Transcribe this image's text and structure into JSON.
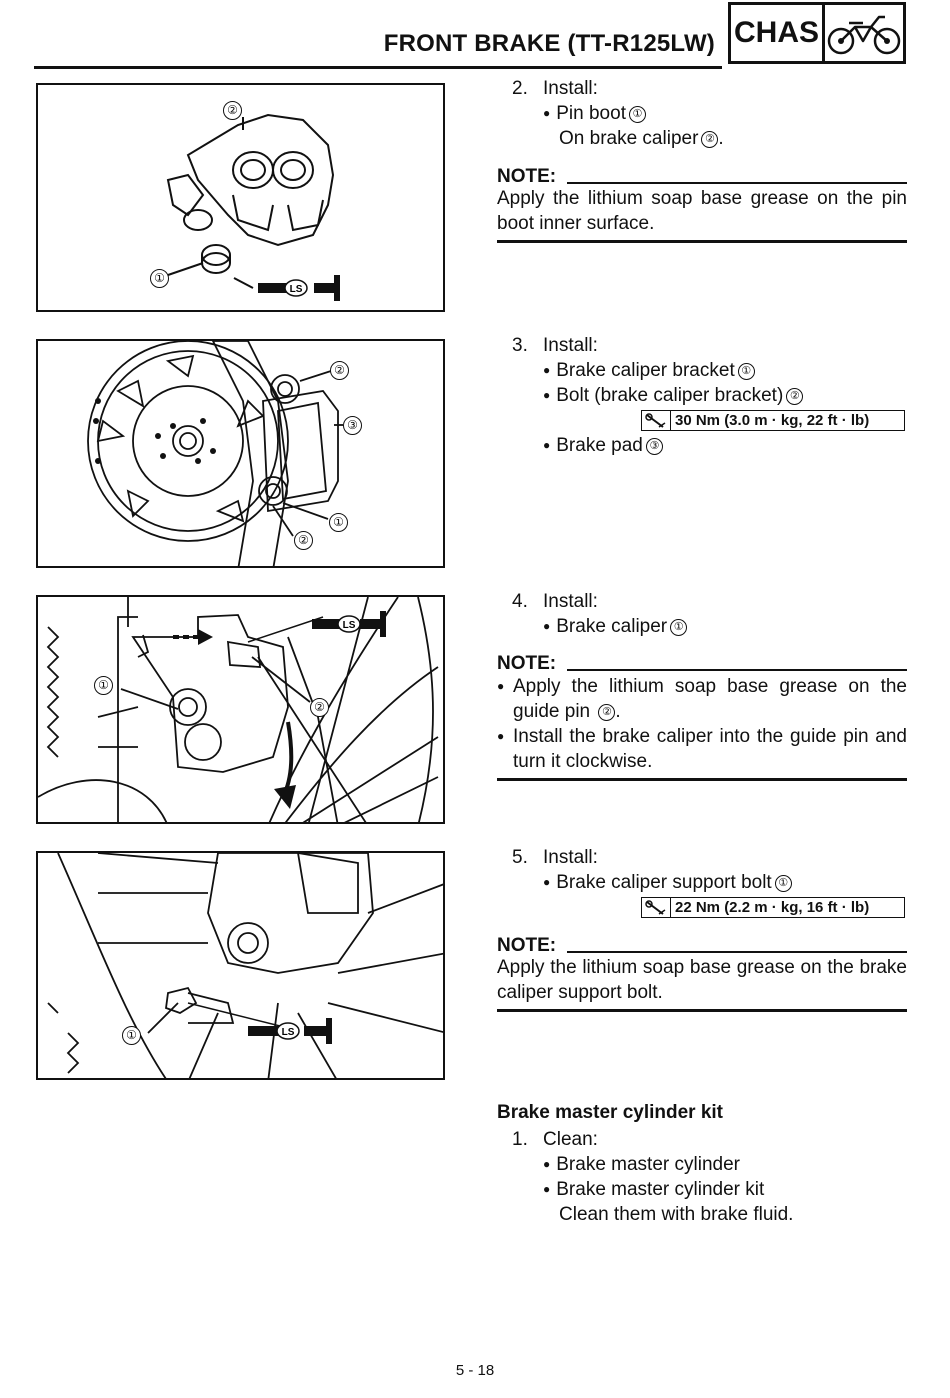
{
  "header": {
    "title": "FRONT BRAKE (TT-R125LW)",
    "section_badge": "CHAS",
    "section_icon": "motorcycle-icon"
  },
  "figures": [
    {
      "callouts": [
        "②",
        "①"
      ],
      "lube_mark": "LS"
    },
    {
      "callouts": [
        "②",
        "③",
        "①",
        "②"
      ]
    },
    {
      "callouts": [
        "①",
        "②"
      ],
      "lube_mark": "LS"
    },
    {
      "callouts": [
        "①"
      ],
      "lube_mark": "LS"
    }
  ],
  "steps": {
    "s2": {
      "num": "2.",
      "action": "Install:",
      "b1": "Pin boot",
      "b1c": "①",
      "cont": "On brake caliper",
      "cont_c": "②",
      "cont_end": ".",
      "note_label": "NOTE:",
      "note": "Apply the lithium soap base grease on the pin boot inner surface."
    },
    "s3": {
      "num": "3.",
      "action": "Install:",
      "b1": "Brake caliper bracket",
      "b1c": "①",
      "b2": "Bolt (brake caliper bracket)",
      "b2c": "②",
      "torque": "30 Nm (3.0 m · kg, 22 ft · lb)",
      "b3": "Brake pad",
      "b3c": "③"
    },
    "s4": {
      "num": "4.",
      "action": "Install:",
      "b1": "Brake caliper",
      "b1c": "①",
      "note_label": "NOTE:",
      "n1a": "Apply the lithium soap base grease on the guide pin",
      "n1c": "②",
      "n1e": ".",
      "n2": "Install the brake caliper into the guide pin and turn it clockwise."
    },
    "s5": {
      "num": "5.",
      "action": "Install:",
      "b1": "Brake caliper support bolt",
      "b1c": "①",
      "torque": "22 Nm (2.2 m · kg, 16 ft · lb)",
      "note_label": "NOTE:",
      "note": "Apply the lithium soap base grease on the brake caliper support bolt."
    }
  },
  "kit": {
    "heading": "Brake master cylinder kit",
    "num": "1.",
    "action": "Clean:",
    "b1": "Brake master cylinder",
    "b2": "Brake master cylinder kit",
    "cont": "Clean them with brake fluid."
  },
  "page_number": "5 - 18"
}
